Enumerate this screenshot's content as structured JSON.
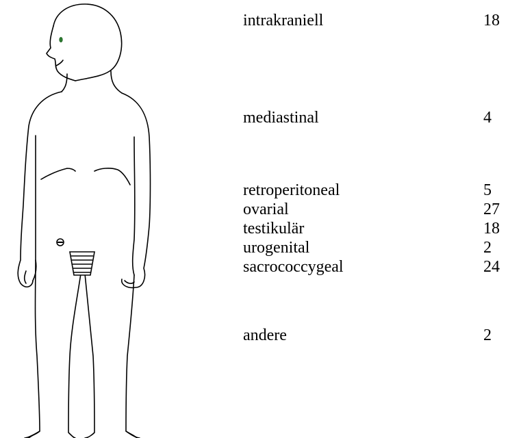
{
  "sites": [
    {
      "label": "intrakraniell",
      "count": "18"
    },
    {
      "label": "mediastinal",
      "count": "4"
    },
    {
      "label": "retroperitoneal",
      "count": "5"
    },
    {
      "label": "ovarial",
      "count": "27"
    },
    {
      "label": "testikulär",
      "count": "18"
    },
    {
      "label": "urogenital",
      "count": "2"
    },
    {
      "label": "sacrococcygeal",
      "count": "24"
    },
    {
      "label": "andere",
      "count": "2"
    }
  ],
  "colors": {
    "outline": "#000000",
    "intracranial_marker": "#2e7d32",
    "background": "#ffffff"
  }
}
